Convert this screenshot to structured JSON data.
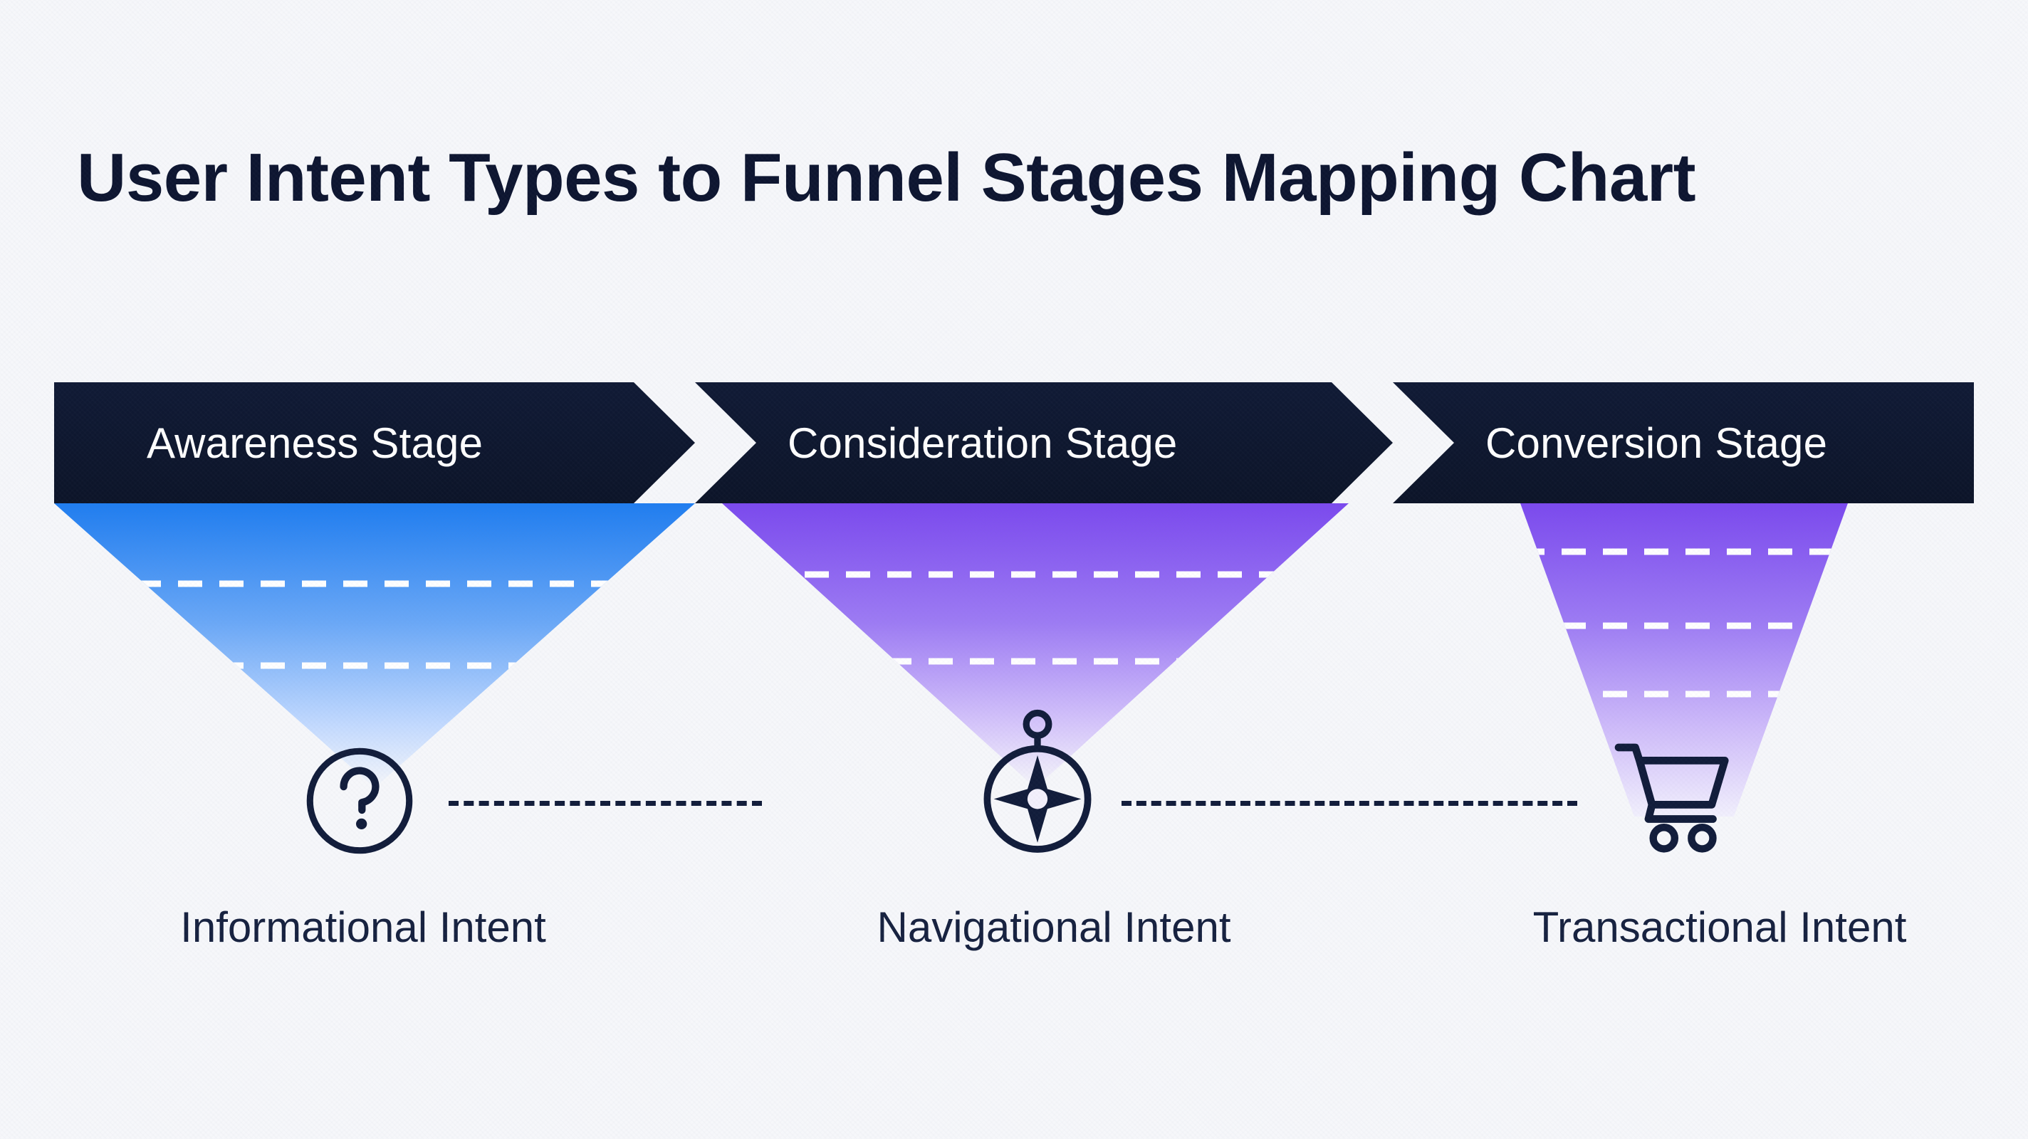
{
  "page": {
    "title": "User Intent Types to Funnel Stages Mapping Chart",
    "background_color": "#f6f7fa",
    "ink_color": "#0d1530"
  },
  "chart_data": {
    "type": "diagram",
    "title": "User Intent Types to Funnel Stages Mapping Chart",
    "subtype": "funnel-mapping",
    "categories": [
      "Awareness Stage",
      "Consideration Stage",
      "Conversion Stage"
    ],
    "series": [
      {
        "name": "User Intent",
        "values": [
          "Informational Intent",
          "Navigational Intent",
          "Transactional Intent"
        ]
      }
    ],
    "legend": "",
    "grid": false,
    "notes": "Three funnel stages, each narrowing downward to an intent-type icon; dashed connectors link the three intent icons left to right."
  },
  "stages": [
    {
      "id": "awareness",
      "banner_label": "Awareness Stage",
      "funnel_color_top": "#1f7df0",
      "funnel_color_bottom": "#ffffff",
      "funnel_divider_count": 2,
      "icon_name": "question-circle-icon",
      "intent_label": "Informational Intent"
    },
    {
      "id": "consideration",
      "banner_label": "Consideration Stage",
      "funnel_color_top": "#7b49ee",
      "funnel_color_bottom": "#ffffff",
      "funnel_divider_count": 2,
      "icon_name": "compass-icon",
      "intent_label": "Navigational Intent"
    },
    {
      "id": "conversion",
      "banner_label": "Conversion Stage",
      "funnel_color_top": "#7b49ee",
      "funnel_color_bottom": "#ffffff",
      "funnel_divider_count": 3,
      "icon_name": "shopping-cart-icon",
      "intent_label": "Transactional Intent"
    }
  ],
  "colors": {
    "banner_dark": "#0e1730",
    "banner_text": "#ffffff",
    "accent_blue": "#1f7df0",
    "accent_purple": "#7b49ee",
    "connector_dash": "#111c3a",
    "icon_stroke": "#111c3a"
  }
}
